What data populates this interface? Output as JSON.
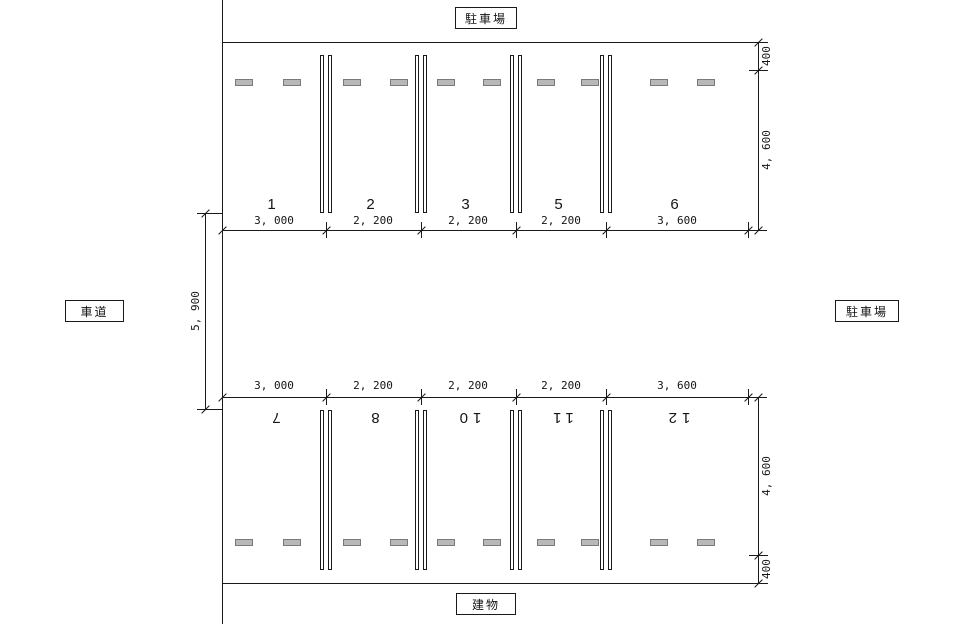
{
  "drawing": {
    "type": "parking-lot-plan"
  },
  "area_labels": {
    "top": "駐車場",
    "left": "車道",
    "right": "駐車場",
    "bottom": "建物"
  },
  "top_row_spaces": [
    {
      "number": "1",
      "width": "3, 000"
    },
    {
      "number": "2",
      "width": "2, 200"
    },
    {
      "number": "3",
      "width": "2, 200"
    },
    {
      "number": "5",
      "width": "2, 200"
    },
    {
      "number": "6",
      "width": "3, 600"
    }
  ],
  "bottom_row_spaces": [
    {
      "number": "7",
      "width": "3, 000"
    },
    {
      "number": "8",
      "width": "2, 200"
    },
    {
      "number": "10",
      "width": "2, 200"
    },
    {
      "number": "11",
      "width": "2, 200"
    },
    {
      "number": "12",
      "width": "3, 600"
    }
  ],
  "dims": {
    "aisle_width": "5, 900",
    "top_clearance": "400",
    "top_depth": "4, 600",
    "bottom_depth": "4, 600",
    "bottom_clearance": "400"
  },
  "colors": {
    "line": "#1a1a1a",
    "wheel_stop_fill": "#b8b8b8",
    "background": "#ffffff"
  }
}
